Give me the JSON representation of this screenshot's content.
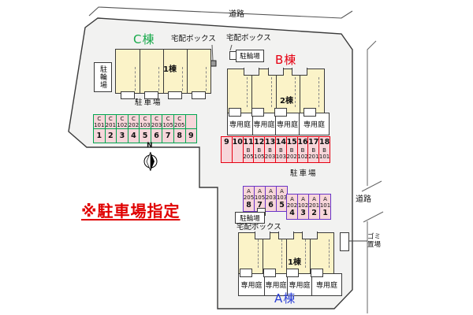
{
  "roads": {
    "top_label": "道路",
    "right_label": "道路"
  },
  "annotations": {
    "note": "※駐車場指定",
    "compass_n": "N",
    "trash_line1": "ゴミ",
    "trash_line2": "置場"
  },
  "labels": {
    "delivery_box": "宅配ボックス",
    "bike_parking": "駐輪場",
    "car_parking": "駐車場",
    "private_garden": "専用庭"
  },
  "building_c": {
    "title": "C棟",
    "inner": "1棟"
  },
  "building_b": {
    "title": "B棟",
    "inner": "2棟"
  },
  "building_a": {
    "title": "A棟",
    "inner": "1棟"
  },
  "parking_c": {
    "row_units": [
      {
        "l1": "C",
        "l2": "101"
      },
      {
        "l1": "C",
        "l2": "201"
      },
      {
        "l1": "C",
        "l2": "102"
      },
      {
        "l1": "C",
        "l2": "202"
      },
      {
        "l1": "C",
        "l2": "103"
      },
      {
        "l1": "C",
        "l2": "203"
      },
      {
        "l1": "C",
        "l2": "105"
      },
      {
        "l1": "C",
        "l2": "205"
      },
      {
        "l1": "",
        "l2": ""
      }
    ],
    "row_numbers": [
      "1",
      "2",
      "3",
      "4",
      "5",
      "6",
      "7",
      "8",
      "9"
    ]
  },
  "parking_b": {
    "stalls": [
      {
        "n": "9",
        "b": "",
        "u": ""
      },
      {
        "n": "10",
        "b": "",
        "u": ""
      },
      {
        "n": "11",
        "b": "B",
        "u": "205"
      },
      {
        "n": "12",
        "b": "B",
        "u": "105"
      },
      {
        "n": "13",
        "b": "B",
        "u": "203"
      },
      {
        "n": "14",
        "b": "B",
        "u": "103"
      },
      {
        "n": "15",
        "b": "B",
        "u": "202"
      },
      {
        "n": "16",
        "b": "B",
        "u": "102"
      },
      {
        "n": "17",
        "b": "B",
        "u": "201"
      },
      {
        "n": "18",
        "b": "B",
        "u": "101"
      }
    ]
  },
  "parking_a_upper": {
    "stalls": [
      {
        "b": "A",
        "u": "205",
        "n": "8"
      },
      {
        "b": "A",
        "u": "105",
        "n": "7"
      },
      {
        "b": "A",
        "u": "203",
        "n": "6"
      },
      {
        "b": "A",
        "u": "103",
        "n": "5"
      }
    ]
  },
  "parking_a_lower": {
    "stalls": [
      {
        "b": "A",
        "u": "202",
        "n": "4"
      },
      {
        "b": "A",
        "u": "102",
        "n": "3"
      },
      {
        "b": "A",
        "u": "201",
        "n": "2"
      },
      {
        "b": "A",
        "u": "101",
        "n": "1"
      }
    ]
  },
  "colors": {
    "site_fill": "#f2f2f1",
    "building_fill": "#fbf3c8",
    "stall_fill": "#f7d6da",
    "c_accent": "#00a550",
    "b_accent": "#e60012",
    "a_accent": "#6a35c8",
    "a_title_blue": "#2b3fd6",
    "c_title_green": "#17a94a",
    "note_red": "#e00000"
  }
}
